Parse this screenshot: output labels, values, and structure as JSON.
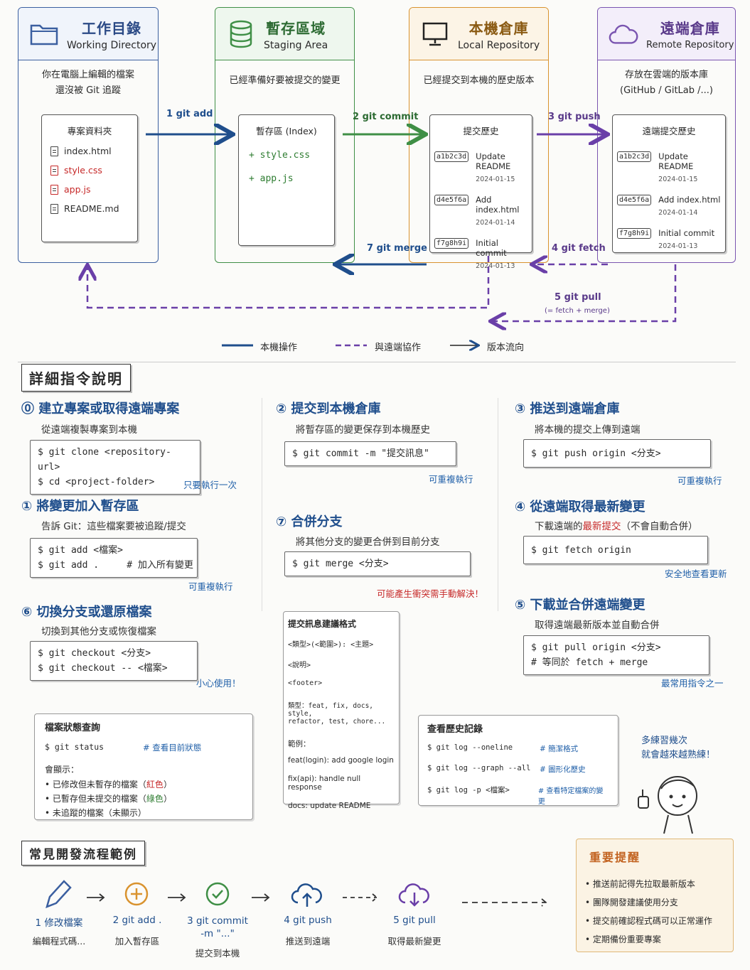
{
  "stages": [
    {
      "zh": "工作目錄",
      "en": "Working Directory",
      "desc": [
        "你在電腦上編輯的檔案",
        "還沒被 Git 追蹤"
      ],
      "inner_title": "專案資料夾",
      "files": [
        {
          "name": "index.html",
          "modified": false
        },
        {
          "name": "style.css",
          "modified": true
        },
        {
          "name": "app.js",
          "modified": true
        },
        {
          "name": "README.md",
          "modified": false
        }
      ],
      "color": "#3b5fa0",
      "icon": "folder-icon"
    },
    {
      "zh": "暫存區域",
      "en": "Staging Area",
      "desc": [
        "已經準備好要被提交的變更"
      ],
      "inner_title": "暫存區 (Index)",
      "staged": [
        "+  style.css",
        "+  app.js"
      ],
      "color": "#3f8f46",
      "icon": "database-icon"
    },
    {
      "zh": "本機倉庫",
      "en": "Local Repository",
      "desc": [
        "已經提交到本機的歷史版本"
      ],
      "inner_title": "提交歷史",
      "color": "#d9932f",
      "icon": "monitor-icon"
    },
    {
      "zh": "遠端倉庫",
      "en": "Remote Repository",
      "desc": [
        "存放在雲端的版本庫",
        "(GitHub / GitLab /...)"
      ],
      "inner_title": "遠端提交歷史",
      "color": "#7a55b0",
      "icon": "cloud-icon"
    }
  ],
  "commits": [
    {
      "hash": "a1b2c3d",
      "msg": "Update README",
      "date": "2024-01-15"
    },
    {
      "hash": "d4e5f6a",
      "msg": "Add index.html",
      "date": "2024-01-14"
    },
    {
      "hash": "f7g8h9i",
      "msg": "Initial commit",
      "date": "2024-01-13"
    }
  ],
  "arrows": {
    "add": "1 git add",
    "commit": "2 git commit",
    "push": "3 git push",
    "fetch": "4 git fetch",
    "pull": "5 git pull",
    "pull_sub": "(= fetch + merge)",
    "merge": "7 git merge"
  },
  "legend": {
    "local": "本機操作",
    "remote": "與遠端協作",
    "flow": "版本流向"
  },
  "detail_title": "詳細指令說明",
  "cards": {
    "c0": {
      "title": "⓪ 建立專案或取得遠端專案",
      "sub": "從遠端複製專案到本機",
      "code": [
        "$ git clone <repository-url>",
        "$ cd <project-folder>"
      ],
      "note": "只要執行一次"
    },
    "c1": {
      "title": "① 將變更加入暫存區",
      "sub": "告訴 Git：這些檔案要被追蹤/提交",
      "code": [
        "$ git add <檔案>",
        "$ git add .     # 加入所有變更"
      ],
      "note": "可重複執行"
    },
    "c6": {
      "title": "⑥ 切換分支或還原檔案",
      "sub": "切換到其他分支或恢復檔案",
      "code": [
        "$ git checkout <分支>",
        "$ git checkout -- <檔案>"
      ],
      "note": "小心使用！"
    },
    "c2": {
      "title": "② 提交到本機倉庫",
      "sub": "將暫存區的變更保存到本機歷史",
      "code": [
        "$ git commit -m \"提交訊息\""
      ],
      "note": "可重複執行"
    },
    "c7": {
      "title": "⑦ 合併分支",
      "sub": "將其他分支的變更合併到目前分支",
      "code": [
        "$ git merge <分支>"
      ],
      "note": "可能產生衝突需手動解決！"
    },
    "c3": {
      "title": "③ 推送到遠端倉庫",
      "sub": "將本機的提交上傳到遠端",
      "code": [
        "$ git push origin <分支>"
      ],
      "note": "可重複執行"
    },
    "c4": {
      "title": "④ 從遠端取得最新變更",
      "sub_a": "下載遠端的",
      "sub_b": "最新提交",
      "sub_c": "（不會自動合併）",
      "code": [
        "$ git fetch origin"
      ],
      "note": "安全地查看更新"
    },
    "c5": {
      "title": "⑤ 下載並合併遠端變更",
      "sub": "取得遠端最新版本並自動合併",
      "code": [
        "$ git pull origin <分支>",
        "# 等同於 fetch + merge"
      ],
      "note": "最常用指令之一"
    }
  },
  "commit_format": {
    "title": "提交訊息建議格式",
    "lines": [
      "<類型>(<範圍>): <主題>",
      "<說明>",
      "<footer>"
    ],
    "types_label": "類型：feat, fix, docs, style,",
    "types_label2": "refactor, test, chore...",
    "example_label": "範例：",
    "examples": [
      "feat(login): add google login",
      "fix(api): handle null response",
      "docs: update README"
    ]
  },
  "status_box": {
    "title": "檔案狀態查詢",
    "cmd": "$ git status",
    "comment": "# 查看目前狀態",
    "shows": "會顯示：",
    "items": [
      {
        "a": "已修改但未暫存的檔案（",
        "b": "紅色",
        "c": "）"
      },
      {
        "a": "已暫存但未提交的檔案（",
        "b": "綠色",
        "c": "）"
      },
      {
        "a": "未追蹤的檔案（未顯示）",
        "b": "",
        "c": ""
      }
    ]
  },
  "log_box": {
    "title": "查看歷史記錄",
    "rows": [
      {
        "cmd": "$ git log --oneline",
        "cm": "# 簡潔格式"
      },
      {
        "cmd": "$ git log --graph --all",
        "cm": "# 圖形化歷史"
      },
      {
        "cmd": "$ git log -p <檔案>",
        "cm": "# 查看特定檔案的變更"
      }
    ]
  },
  "encourage": [
    "多練習幾次",
    "就會越來越熟練！"
  ],
  "workflow_title": "常見開發流程範例",
  "workflow": [
    {
      "label": "1 修改檔案",
      "sub": "編輯程式碼...",
      "icon": "pencil-icon"
    },
    {
      "label": "2 git add .",
      "sub": "加入暫存區",
      "icon": "plus-circle-icon"
    },
    {
      "label": "3 git commit\n-m \"...\"",
      "sub": "提交到本機",
      "icon": "check-circle-icon"
    },
    {
      "label": "4 git push",
      "sub": "推送到遠端",
      "icon": "cloud-upload-icon"
    },
    {
      "label": "5 git pull",
      "sub": "取得最新變更",
      "icon": "cloud-download-icon"
    }
  ],
  "reminder": {
    "title": "重要提醒",
    "items": [
      "推送前記得先拉取最新版本",
      "團隊開發建議使用分支",
      "提交前確認程式碼可以正常運作",
      "定期備份重要專案"
    ]
  }
}
